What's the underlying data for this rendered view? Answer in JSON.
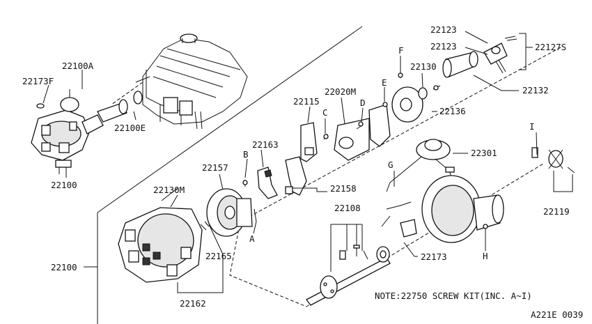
{
  "labels": {
    "p22100a": "22100A",
    "p22173f": "22173F",
    "p22100e": "22100E",
    "p22100_top": "22100",
    "p22100_side": "22100",
    "p22130m": "22130M",
    "p22157": "22157",
    "p22163": "22163",
    "pB": "B",
    "p22115": "22115",
    "p22020m": "22020M",
    "pC": "C",
    "pD": "D",
    "pE": "E",
    "pF": "F",
    "p22130": "22130",
    "p22123a": "22123",
    "p22123b": "22123",
    "p22127s": "22127S",
    "p22132": "22132",
    "p22136": "22136",
    "p22301": "22301",
    "pG": "G",
    "p22158": "22158",
    "p22108": "22108",
    "pA": "A",
    "p22165": "22165",
    "p22162": "22162",
    "p22173": "22173",
    "pH": "H",
    "pI": "I",
    "p22119": "22119"
  },
  "note": "NOTE:22750 SCREW KIT(INC. A~I)",
  "diagram_code": "A221E 0039"
}
